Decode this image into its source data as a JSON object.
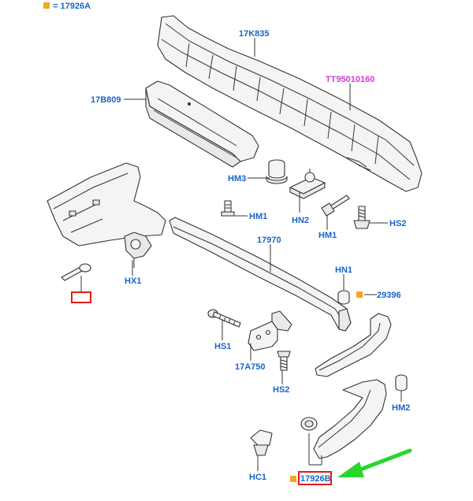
{
  "header": {
    "legend_label": "= 17926A"
  },
  "colors": {
    "label_blue": "#1a64c8",
    "highlight_magenta": "#d43bd4",
    "callout_red": "#e01b1b",
    "arrow_green": "#2bd62b",
    "legend_orange": "#f5a623"
  },
  "labels": {
    "p17K835": "17K835",
    "pTT": "TT95010160",
    "p17B809": "17B809",
    "pHM3": "HM3",
    "pHN2": "HN2",
    "pHM1a": "HM1",
    "pHM1b": "HM1",
    "pHS2a": "HS2",
    "pHX1": "HX1",
    "p17970": "17970",
    "pHN1": "HN1",
    "p29396": "29396",
    "pHS1": "HS1",
    "p17A750": "17A750",
    "pHS2b": "HS2",
    "pHM2": "HM2",
    "pHC1": "HC1",
    "p17926B": "17926B"
  }
}
